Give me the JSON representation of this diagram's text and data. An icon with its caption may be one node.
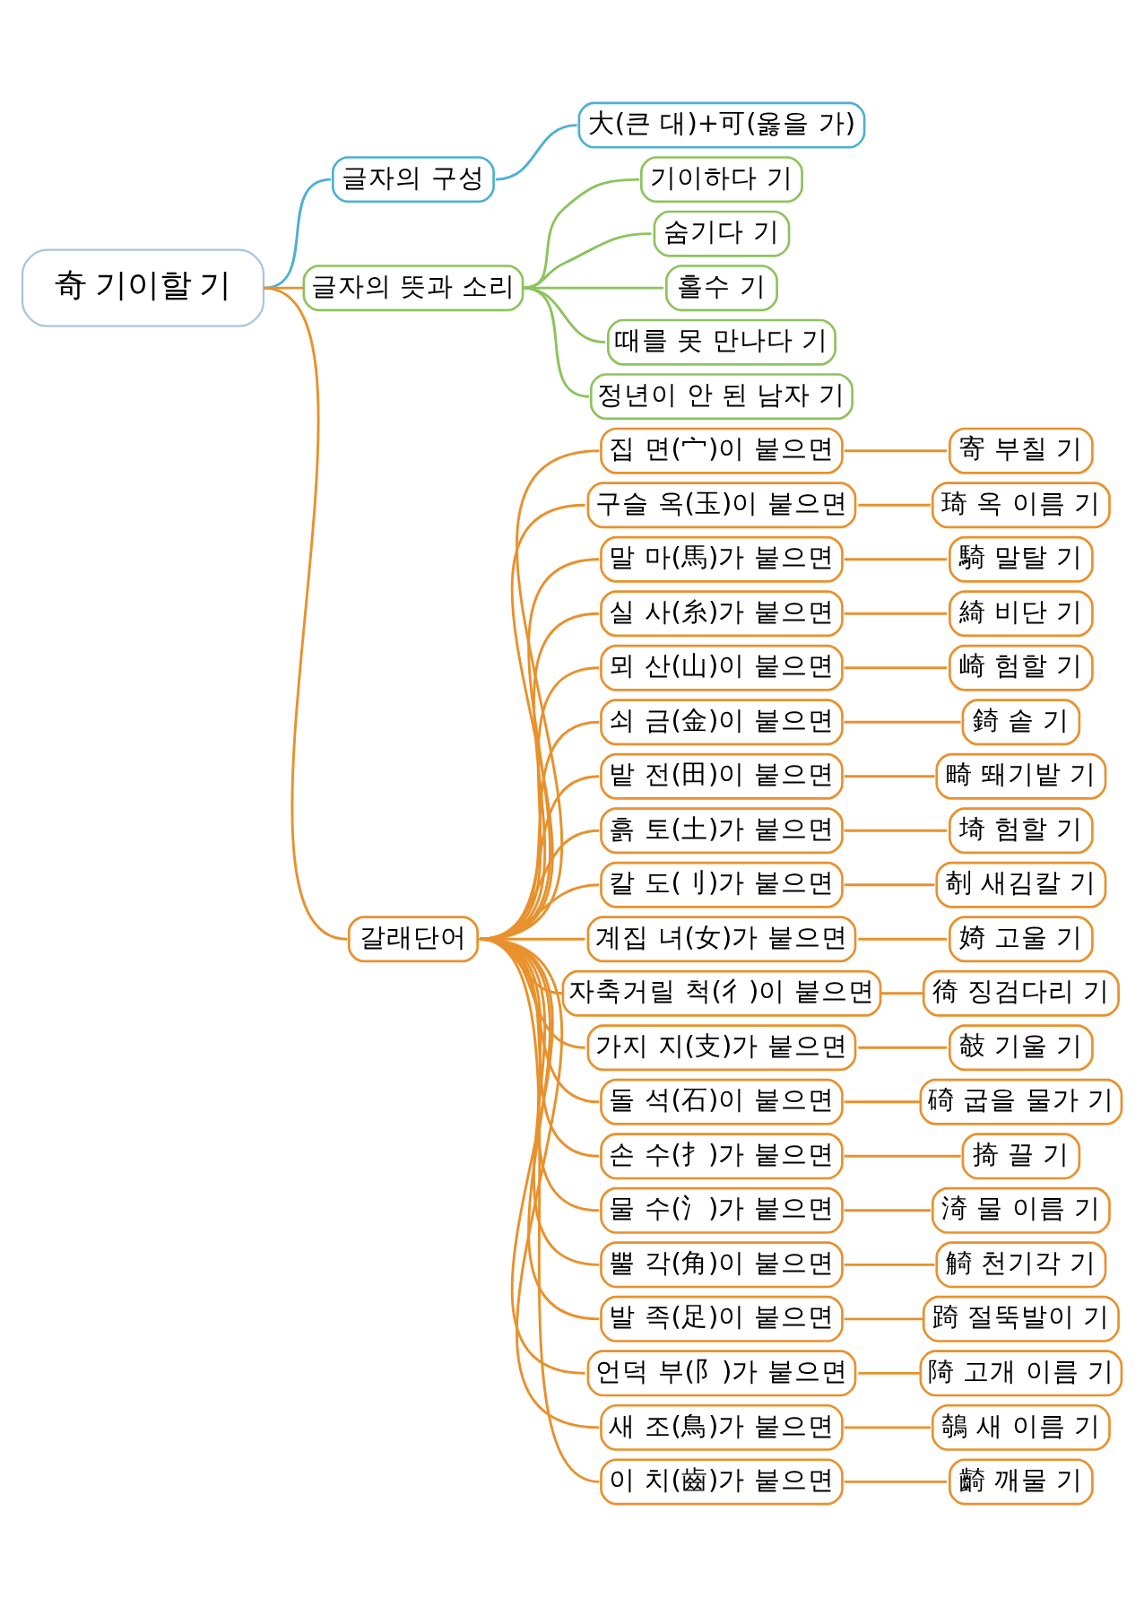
{
  "diagram": {
    "nodes": [
      {
        "text": [
          "奇 기이할 기"
        ]
      },
      {
        "text": [
          "글자의 구성"
        ]
      },
      {
        "text": [
          "大(큰 대)+可(옳을 가)"
        ]
      },
      {
        "text": [
          "글자의 뜻과 소리"
        ]
      },
      {
        "text": [
          "기이하다 기"
        ]
      },
      {
        "text": [
          "숨기다 기"
        ]
      },
      {
        "text": [
          "홀수 기"
        ]
      },
      {
        "text": [
          "때를 못 만나다 기"
        ]
      },
      {
        "text": [
          "정년이 안 된 남자 기"
        ]
      },
      {
        "text": [
          "갈래단어"
        ]
      },
      {
        "text": [
          "집 면(宀)이 붙으면"
        ]
      },
      {
        "text": [
          "寄 부칠 기"
        ]
      },
      {
        "text": [
          "구슬 옥(玉)이 붙으면"
        ]
      },
      {
        "text": [
          "琦 옥 이름 기"
        ]
      },
      {
        "text": [
          "말 마(馬)가 붙으면"
        ]
      },
      {
        "text": [
          "騎 말탈 기"
        ]
      },
      {
        "text": [
          "실 사(糸)가 붙으면"
        ]
      },
      {
        "text": [
          "綺 비단 기"
        ]
      },
      {
        "text": [
          "뫼 산(山)이 붙으면"
        ]
      },
      {
        "text": [
          "崎 험할 기"
        ]
      },
      {
        "text": [
          "쇠 금(金)이 붙으면"
        ]
      },
      {
        "text": [
          "錡 솥 기"
        ]
      },
      {
        "text": [
          "밭 전(田)이 붙으면"
        ]
      },
      {
        "text": [
          "畸 뙈기밭 기"
        ]
      },
      {
        "text": [
          "흙 토(土)가 붙으면"
        ]
      },
      {
        "text": [
          "埼 험할 기"
        ]
      },
      {
        "text": [
          "칼 도(刂)가 붙으면"
        ]
      },
      {
        "text": [
          "剞 새김칼 기"
        ]
      },
      {
        "text": [
          "계집 녀(女)가 붙으면"
        ]
      },
      {
        "text": [
          "婍 고울 기"
        ]
      },
      {
        "text": [
          "자축거릴 척(彳)이 붙으면"
        ]
      },
      {
        "text": [
          "徛 징검다리 기"
        ]
      },
      {
        "text": [
          "가지 지(支)가 붙으면"
        ]
      },
      {
        "text": [
          "攲 기울 기"
        ]
      },
      {
        "text": [
          "돌 석(石)이 붙으면"
        ]
      },
      {
        "text": [
          "碕 굽을 물가 기"
        ]
      },
      {
        "text": [
          "손 수(扌)가 붙으면"
        ]
      },
      {
        "text": [
          "掎 끌 기"
        ]
      },
      {
        "text": [
          "물 수(氵)가 붙으면"
        ]
      },
      {
        "text": [
          "渏 물 이름 기"
        ]
      },
      {
        "text": [
          "뿔 각(角)이 붙으면"
        ]
      },
      {
        "text": [
          "觭 천기각 기"
        ]
      },
      {
        "text": [
          "발 족(足)이 붙으면"
        ]
      },
      {
        "text": [
          "踦 절뚝발이 기"
        ]
      },
      {
        "text": [
          "언덕 부(阝)가 붙으면"
        ]
      },
      {
        "text": [
          "陭 고개 이름 기"
        ]
      },
      {
        "text": [
          "새 조(鳥)가 붙으면"
        ]
      },
      {
        "text": [
          "鵸 새 이름 기"
        ]
      },
      {
        "text": [
          "이 치(齒)가 붙으면"
        ]
      },
      {
        "text": [
          "齮 깨물 기"
        ]
      }
    ],
    "edges": [
      {
        "from": 0,
        "to": 1,
        "arrow": "none",
        "color": "#4fb0d3"
      },
      {
        "from": 1,
        "to": 2,
        "arrow": "none",
        "color": "#4fb0d3"
      },
      {
        "from": 0,
        "to": 3,
        "arrow": "none"
      },
      {
        "from": 3,
        "to": 4,
        "arrow": "none",
        "color": "#8dc35e"
      },
      {
        "from": 3,
        "to": 5,
        "arrow": "none",
        "color": "#8dc35e"
      },
      {
        "from": 3,
        "to": 6,
        "arrow": "none",
        "color": "#8dc35e"
      },
      {
        "from": 3,
        "to": 7,
        "arrow": "none",
        "color": "#8dc35e"
      },
      {
        "from": 3,
        "to": 8,
        "arrow": "none",
        "color": "#8dc35e"
      },
      {
        "from": 0,
        "to": 9,
        "arrow": "none"
      },
      {
        "from": 9,
        "to": 10,
        "arrow": "none"
      },
      {
        "from": 10,
        "to": 11,
        "arrow": "none"
      },
      {
        "from": 9,
        "to": 12,
        "arrow": "none"
      },
      {
        "from": 12,
        "to": 13,
        "arrow": "none"
      },
      {
        "from": 9,
        "to": 14,
        "arrow": "none"
      },
      {
        "from": 14,
        "to": 15,
        "arrow": "none"
      },
      {
        "from": 9,
        "to": 16,
        "arrow": "none"
      },
      {
        "from": 16,
        "to": 17,
        "arrow": "none"
      },
      {
        "from": 9,
        "to": 18,
        "arrow": "none"
      },
      {
        "from": 18,
        "to": 19,
        "arrow": "none"
      },
      {
        "from": 9,
        "to": 20,
        "arrow": "none"
      },
      {
        "from": 20,
        "to": 21,
        "arrow": "none"
      },
      {
        "from": 9,
        "to": 22,
        "arrow": "none"
      },
      {
        "from": 22,
        "to": 23,
        "arrow": "none"
      },
      {
        "from": 9,
        "to": 24,
        "arrow": "none"
      },
      {
        "from": 24,
        "to": 25,
        "arrow": "none"
      },
      {
        "from": 9,
        "to": 26,
        "arrow": "none"
      },
      {
        "from": 26,
        "to": 27,
        "arrow": "none"
      },
      {
        "from": 9,
        "to": 28,
        "arrow": "none"
      },
      {
        "from": 28,
        "to": 29,
        "arrow": "none"
      },
      {
        "from": 9,
        "to": 30,
        "arrow": "none"
      },
      {
        "from": 30,
        "to": 31,
        "arrow": "none"
      },
      {
        "from": 9,
        "to": 32,
        "arrow": "none"
      },
      {
        "from": 32,
        "to": 33,
        "arrow": "none"
      },
      {
        "from": 9,
        "to": 34,
        "arrow": "none"
      },
      {
        "from": 34,
        "to": 35,
        "arrow": "none"
      },
      {
        "from": 9,
        "to": 36,
        "arrow": "none"
      },
      {
        "from": 36,
        "to": 37,
        "arrow": "none"
      },
      {
        "from": 9,
        "to": 38,
        "arrow": "none"
      },
      {
        "from": 38,
        "to": 39,
        "arrow": "none"
      },
      {
        "from": 9,
        "to": 40,
        "arrow": "none"
      },
      {
        "from": 40,
        "to": 41,
        "arrow": "none"
      },
      {
        "from": 9,
        "to": 42,
        "arrow": "none"
      },
      {
        "from": 42,
        "to": 43,
        "arrow": "none"
      },
      {
        "from": 9,
        "to": 44,
        "arrow": "none"
      },
      {
        "from": 44,
        "to": 45,
        "arrow": "none"
      },
      {
        "from": 9,
        "to": 46,
        "arrow": "none"
      },
      {
        "from": 46,
        "to": 47,
        "arrow": "none"
      },
      {
        "from": 9,
        "to": 48,
        "arrow": "none"
      },
      {
        "from": 48,
        "to": 49,
        "arrow": "none"
      }
    ]
  }
}
